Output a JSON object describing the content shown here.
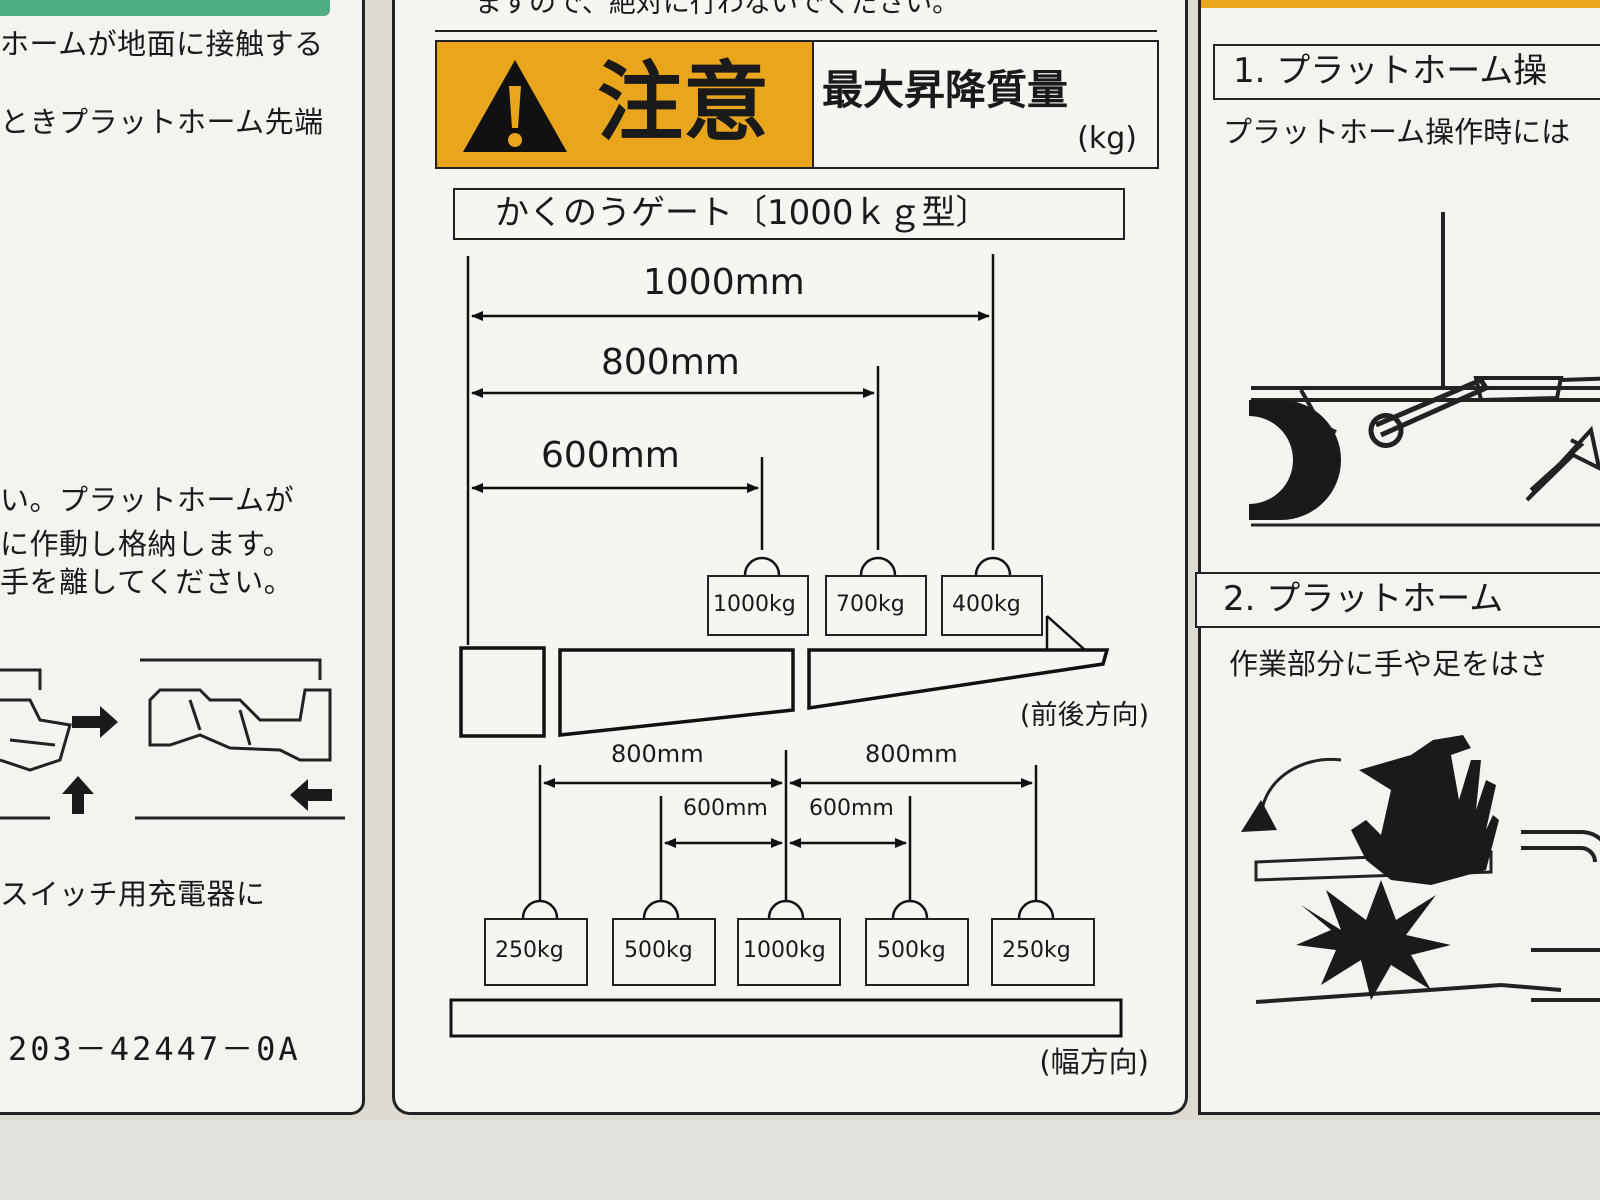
{
  "left_panel": {
    "lines": [
      "ホームが地面に接触する",
      "ときプラットホーム先端",
      "い。プラットホームが",
      "に作動し格納します。",
      "手を離してください。",
      "スイッチ用充電器に"
    ],
    "part_number": "203－42447－0A"
  },
  "center_panel": {
    "top_text": "ますので、絶対に行わないでください。",
    "caution_word": "注意",
    "caution_title": "最大昇降質量",
    "caution_unit": "(kg)",
    "model": "かくのうゲート〔1000ｋｇ型〕",
    "front_back": {
      "dimensions": [
        "1000mm",
        "800mm",
        "600mm"
      ],
      "weights": [
        "1000kg",
        "700kg",
        "400kg"
      ],
      "direction": "(前後方向)"
    },
    "width": {
      "outer_dimensions": [
        "800mm",
        "800mm"
      ],
      "inner_dimensions": [
        "600mm",
        "600mm"
      ],
      "weights": [
        "250kg",
        "500kg",
        "1000kg",
        "500kg",
        "250kg"
      ],
      "direction": "(幅方向)"
    }
  },
  "right_panel": {
    "step1_title": "1. プラットホーム操",
    "step1_text": "プラットホーム操作時には",
    "step2_title": "2. プラットホーム",
    "step2_text": "作業部分に手や足をはさ"
  },
  "colors": {
    "caution_yellow": "#e9a51c",
    "ink": "#1a1a1a",
    "paper": "#f5f4f0"
  }
}
